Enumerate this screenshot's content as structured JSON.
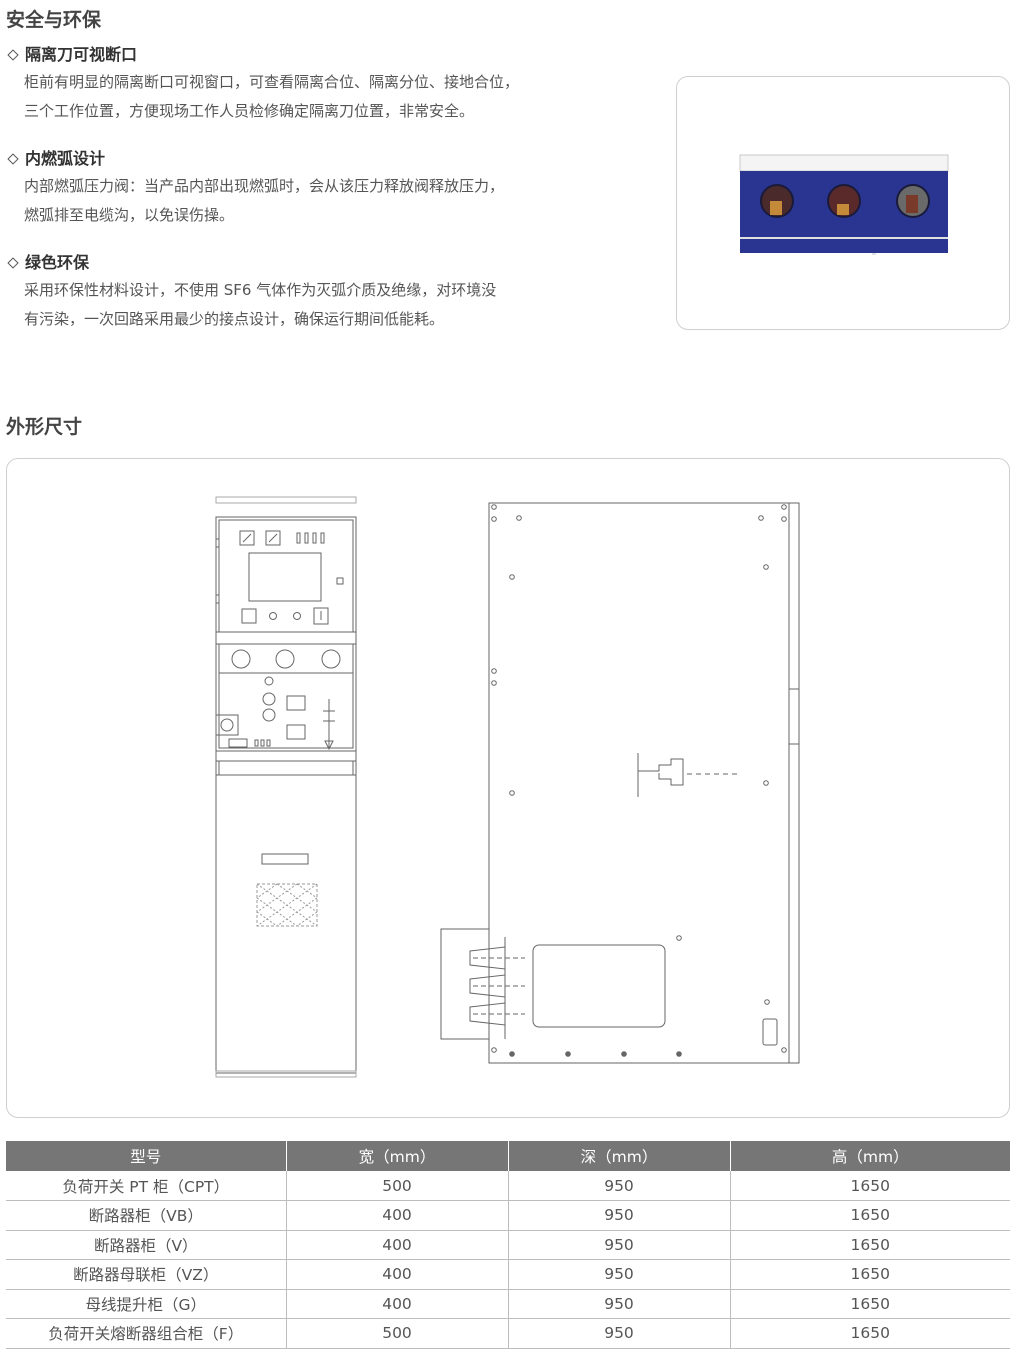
{
  "safety": {
    "title": "安全与环保",
    "features": [
      {
        "heading": "隔离刀可视断口",
        "lines": [
          "柜前有明显的隔离断口可视窗口，可查看隔离合位、隔离分位、接地合位，",
          "三个工作位置，方便现场工作人员检修确定隔离刀位置，非常安全。"
        ]
      },
      {
        "heading": "内燃弧设计",
        "lines": [
          "内部燃弧压力阀：当产品内部出现燃弧时，会从该压力释放阀释放压力，",
          "燃弧排至电缆沟，以免误伤操。"
        ]
      },
      {
        "heading": "绿色环保",
        "lines": [
          "采用环保性材料设计，不使用 SF6 气体作为灭弧介质及绝缘，对环境没",
          "有污染，一次回路采用最少的接点设计，确保运行期间低能耗。"
        ]
      }
    ]
  },
  "dimensions": {
    "title": "外形尺寸",
    "columns": [
      "型号",
      "宽（mm）",
      "深（mm）",
      "高（mm）"
    ],
    "rows": [
      [
        "负荷开关 PT 柜（CPT）",
        "500",
        "950",
        "1650"
      ],
      [
        "断路器柜（VB）",
        "400",
        "950",
        "1650"
      ],
      [
        "断路器柜（V）",
        "400",
        "950",
        "1650"
      ],
      [
        "断路器母联柜（VZ）",
        "400",
        "950",
        "1650"
      ],
      [
        "母线提升柜（G）",
        "400",
        "950",
        "1650"
      ],
      [
        "负荷开关熔断器组合柜（F）",
        "500",
        "950",
        "1650"
      ]
    ]
  },
  "colors": {
    "accent_panel": "#2a3591",
    "table_header": "#767676"
  }
}
